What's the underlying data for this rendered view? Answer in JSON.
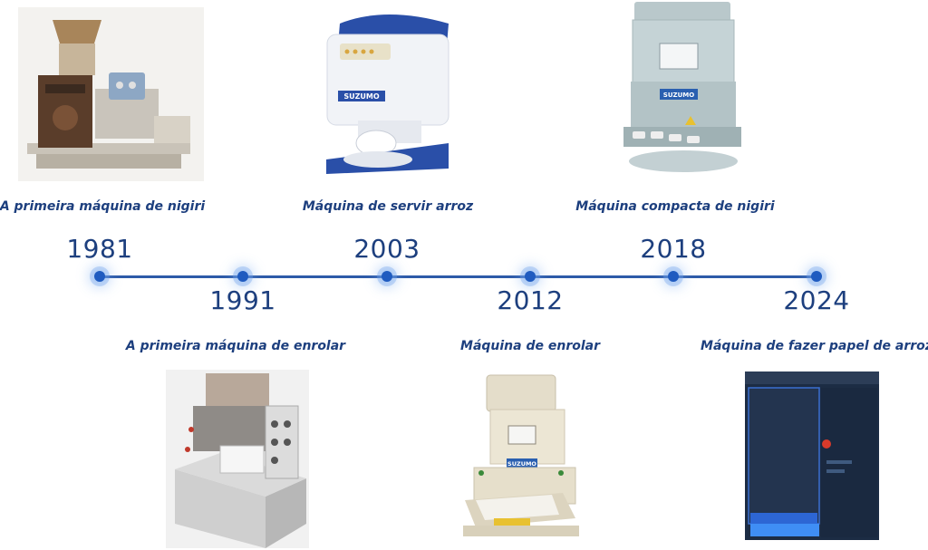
{
  "events": [
    {
      "year": "1981",
      "label": "A primeira máquina de nigiri",
      "image": "first-nigiri-machine-photo"
    },
    {
      "year": "1991",
      "label": "A primeira máquina de enrolar",
      "image": "first-rolling-machine-photo"
    },
    {
      "year": "2003",
      "label": "Máquina de servir arroz",
      "image": "rice-serving-machine-photo"
    },
    {
      "year": "2012",
      "label": "Máquina de enrolar",
      "image": "rolling-machine-photo"
    },
    {
      "year": "2018",
      "label": "Máquina compacta de nigiri",
      "image": "compact-nigiri-machine-photo"
    },
    {
      "year": "2024",
      "label": "Máquina de fazer papel de arroz",
      "image": "rice-paper-machine-photo"
    }
  ],
  "brand_text": "SUZUMO",
  "colors": {
    "timeline_line": "#2d5aa8",
    "dot": "#1f5bc0",
    "text": "#1d3f7e"
  }
}
